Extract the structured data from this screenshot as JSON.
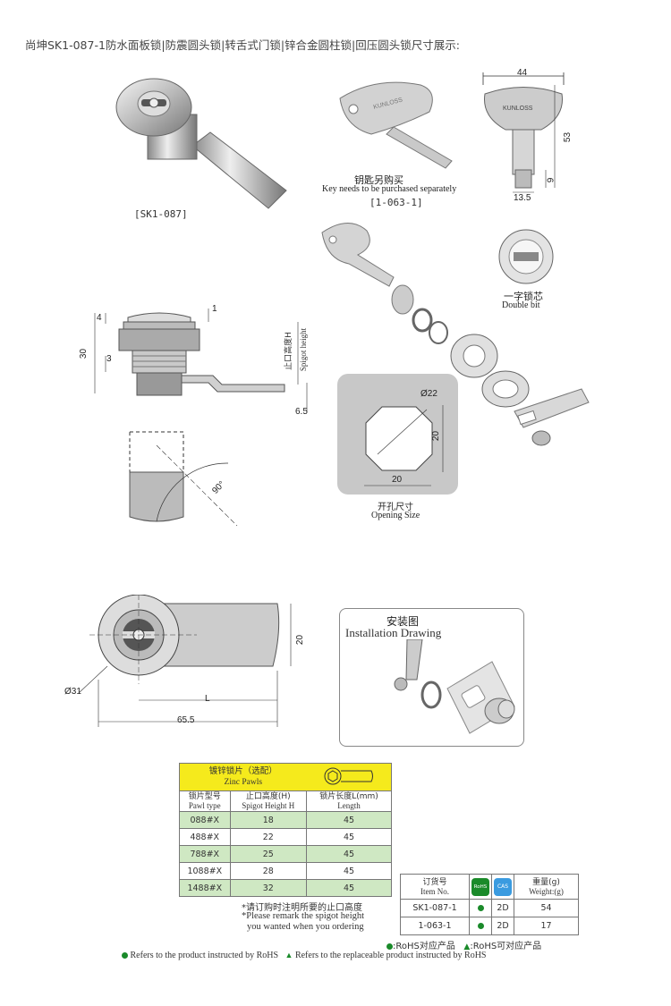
{
  "title": "尚坤SK1-087-1防水面板锁|防震圆头锁|转舌式门锁|锌合金圆柱锁|回压圆头锁尺寸展示:",
  "lock": {
    "model": "[SK1-087]"
  },
  "key": {
    "cn": "钥匙另购买",
    "en": "Key needs to be purchased separately",
    "code": "[1-063-1]",
    "brand": "KUNLOSS",
    "dims": {
      "width": "44",
      "height": "53",
      "stem": "13.5",
      "tip": "9"
    }
  },
  "bit": {
    "cn": "一字锁芯",
    "en": "Double bit"
  },
  "side_view": {
    "dims": {
      "top": "4",
      "rim": "1",
      "overall": "30",
      "step": "3",
      "pawl": "6.5"
    },
    "label_cn": "止口高度H",
    "label_en": "Spigot height"
  },
  "rotation": {
    "angle": "90°"
  },
  "opening": {
    "cn": "开孔尺寸",
    "en": "Opening Size",
    "dia": "Ø22",
    "h": "20",
    "w": "20"
  },
  "front_view": {
    "dia": "Ø31",
    "h": "20",
    "l": "L",
    "overall": "65.5"
  },
  "install": {
    "cn": "安装图",
    "en": "Installation Drawing"
  },
  "pawls": {
    "title_cn": "镀锌锁片（选配）",
    "title_en": "Zinc Pawls",
    "headers": [
      {
        "cn": "锁片型号",
        "en": "Pawl type"
      },
      {
        "cn": "止口高度(H)",
        "en": "Spigot Height H"
      },
      {
        "cn": "锁片长度L(mm)",
        "en": "Length"
      }
    ],
    "rows": [
      {
        "type": "088#X",
        "h": "18",
        "l": "45"
      },
      {
        "type": "488#X",
        "h": "22",
        "l": "45"
      },
      {
        "type": "788#X",
        "h": "25",
        "l": "45"
      },
      {
        "type": "1088#X",
        "h": "28",
        "l": "45"
      },
      {
        "type": "1488#X",
        "h": "32",
        "l": "45"
      }
    ],
    "note_cn": "*请订购时注明所要的止口高度",
    "note_en1": "*Please remark the spigot height",
    "note_en2": "you wanted when you ordering"
  },
  "items": {
    "headers": [
      {
        "cn": "订货号",
        "en": "Item No."
      },
      {
        "badge": "RoHS"
      },
      {
        "badge": "CAS"
      },
      {
        "cn": "重量(g)",
        "en": "Weight:(g)"
      }
    ],
    "rows": [
      {
        "no": "SK1-087-1",
        "cas": "2D",
        "weight": "54"
      },
      {
        "no": "1-063-1",
        "cas": "2D",
        "weight": "17"
      }
    ]
  },
  "legend": {
    "rohs_cn": ":RoHS对应产品",
    "replace_cn": ":RoHS可对应产品",
    "rohs_en": "Refers to the product instructed by RoHS",
    "replace_en": "Refers to the replaceable product instructed by RoHS"
  },
  "colors": {
    "yellow": "#f5ea1c",
    "green": "#cfe8c3",
    "rohs_green": "#1a8a2a"
  }
}
